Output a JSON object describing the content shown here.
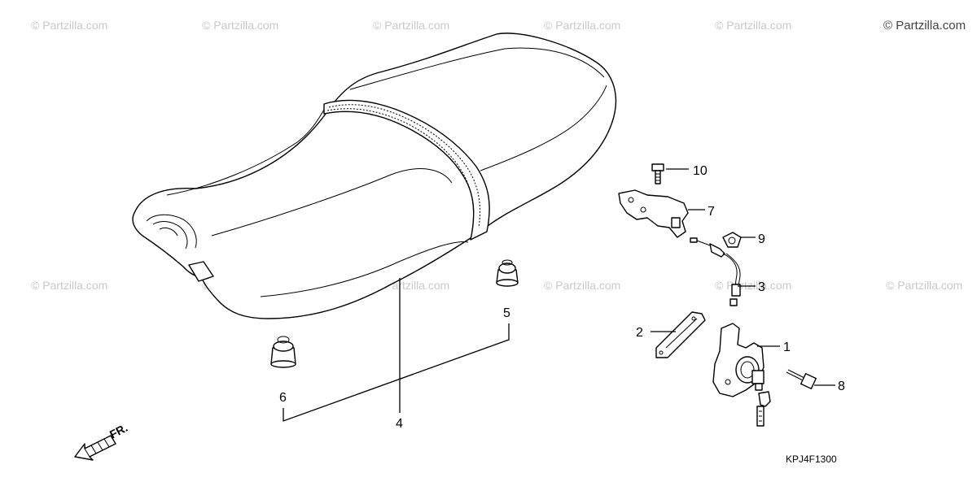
{
  "watermark": {
    "brand": "© Partzilla.com",
    "repeat": "© Partzilla.com"
  },
  "callouts": {
    "c1": "1",
    "c2": "2",
    "c3": "3",
    "c4": "4",
    "c5": "5",
    "c6": "6",
    "c7": "7",
    "c8": "8",
    "c9": "9",
    "c10": "10"
  },
  "direction_label": "FR.",
  "diagram_code": "KPJ4F1300"
}
